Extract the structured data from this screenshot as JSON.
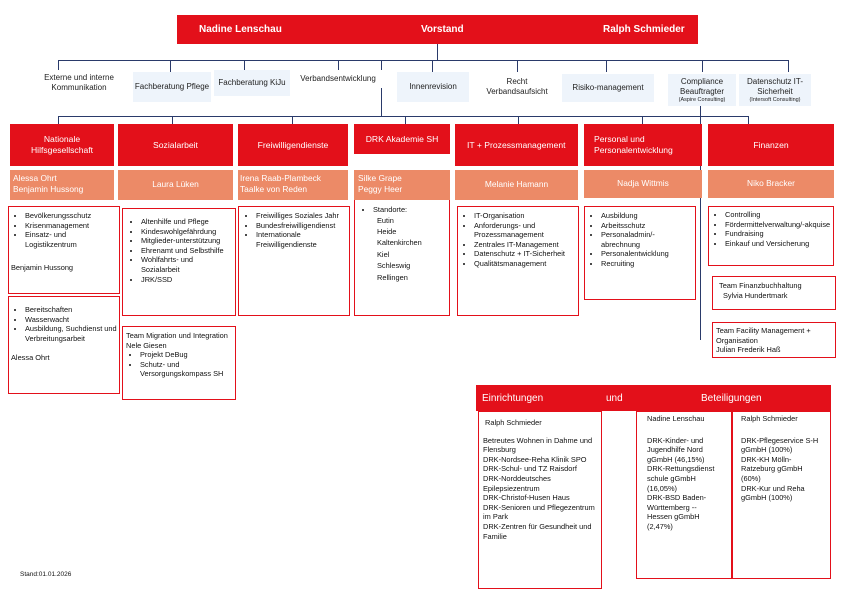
{
  "board": {
    "left": "Nadine Lenschau",
    "center": "Vorstand",
    "right": "Ralph Schmieder"
  },
  "staff": [
    "Externe und interne Kommunikation",
    "Fachberatung Pflege",
    "Fachberatung KiJu",
    "Verbandsentwicklung",
    "Innenrevision",
    "Recht Verbandsaufsicht",
    "Risiko-management",
    "Compliance Beauftragter",
    "(Aspire Consulting)",
    "Datenschutz IT-Sicherheit",
    "(Intersoft Consulting)"
  ],
  "columns": [
    {
      "title": "Nationale Hilfsgesellschaft",
      "lead": [
        "Alessa Ohrt",
        "Benjamin Hussong"
      ],
      "box1_items": [
        "Bevölkerungsschutz",
        "Krisenmanagement",
        "Einsatz- und Logistikzentrum"
      ],
      "box1_person": "Benjamin Hussong",
      "box2_items": [
        "Bereitschaften",
        "Wasserwacht",
        "Ausbildung, Suchdienst und Verbreitungsarbeit"
      ],
      "box2_person": "Alessa Ohrt"
    },
    {
      "title": "Sozialarbeit",
      "lead": [
        "Laura Lüken"
      ],
      "box1_items": [
        "Altenhilfe und Pflege",
        "Kindeswohlgefährdung",
        "Mitglieder-unterstützung",
        "Ehrenamt und Selbsthilfe",
        "Wohlfahrts- und Sozialarbeit",
        "JRK/SSD"
      ],
      "box2_title": "Team Migration und Integration",
      "box2_person": "Nele Giesen",
      "box2_items": [
        "Projekt DeBug",
        "Schutz- und Versorgungskompass SH"
      ]
    },
    {
      "title": "Freiwilligendienste",
      "lead": [
        "Irena Raab-Plambeck",
        "Taalke von Reden"
      ],
      "box1_items": [
        "Freiwilliges Soziales Jahr",
        "Bundesfreiwilligendienst",
        "Internationale Freiwilligendienste"
      ]
    },
    {
      "title": "DRK Akademie SH",
      "lead": [
        "Silke Grape",
        "Peggy Heer"
      ],
      "box1_label": "Standorte:",
      "box1_items": [
        "Eutin",
        "Heide",
        "Kaltenkirchen",
        "Kiel",
        "Schleswig",
        "Rellingen"
      ]
    },
    {
      "title": "IT + Prozessmanagement",
      "lead": [
        "Melanie Hamann"
      ],
      "box1_items": [
        "IT-Organisation",
        "Anforderungs- und Prozessmanagement",
        "Zentrales IT-Management",
        "Datenschutz + IT-Sicherheit",
        "Qualitätsmanagement"
      ]
    },
    {
      "title": "Personal und Personalentwicklung",
      "lead": [
        "Nadja Wittmis"
      ],
      "box1_items": [
        "Ausbildung",
        "Arbeitsschutz",
        "Personaladmin/-abrechnung",
        "Personalentwicklung",
        "Recruiting"
      ]
    },
    {
      "title": "Finanzen",
      "lead": [
        "Niko Bracker"
      ],
      "box1_items": [
        "Controlling",
        "Fördermittelverwaltung/-akquise",
        "Fundraising",
        "Einkauf und Versicherung"
      ],
      "box2_title": "Team Finanzbuchhaltung",
      "box2_person": "Sylvia Hundertmark",
      "box3_title": "Team Facility Management + Organisation",
      "box3_person": "Julian Frederik Haß"
    }
  ],
  "participations": {
    "header_left": "Einrichtungen",
    "header_mid": "und",
    "header_right": "Beteiligungen",
    "einrichtungen_person": "Ralph Schmieder",
    "einrichtungen": [
      "Betreutes Wohnen in Dahme und Flensburg",
      "DRK-Nordsee-Reha Klinik SPO",
      "DRK-Schul- und TZ Raisdorf",
      "DRK-Norddeutsches Epilepsiezentrum",
      "DRK-Christof-Husen Haus",
      "DRK-Senioren und Pflegezentrum im Park",
      "DRK-Zentren für Gesundheit und Familie"
    ],
    "beteiligungen_left_person": "Nadine Lenschau",
    "beteiligungen_left": [
      "DRK-Kinder- und Jugendhilfe Nord gGmbH (46,15%)",
      "DRK-Rettungsdienst schule gGmbH (16,05%)",
      "DRK-BSD Baden-Württemberg -- Hessen gGmbH (2,47%)"
    ],
    "beteiligungen_right_person": "Ralph Schmieder",
    "beteiligungen_right": [
      "DRK-Pflegeservice S-H gGmbH (100%)",
      "DRK-KH Mölln-Ratzeburg gGmbH (60%)",
      "DRK-Kur und Reha gGmbH (100%)"
    ]
  },
  "footer": {
    "stand": "Stand:01.01.2026"
  }
}
